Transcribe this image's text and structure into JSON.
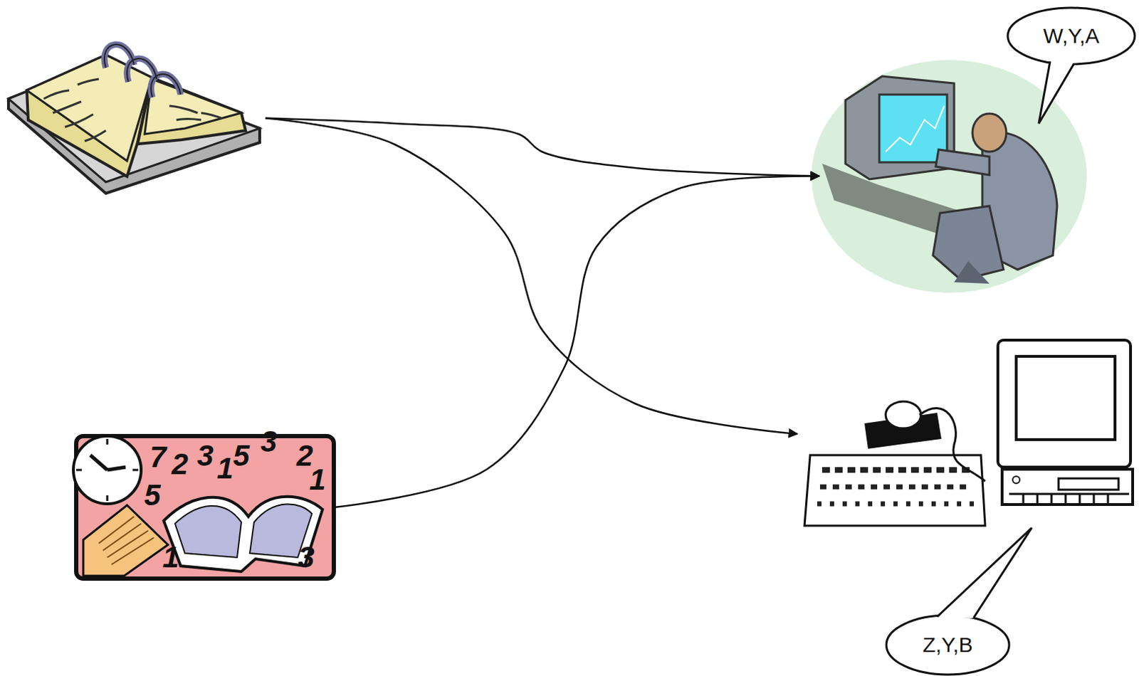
{
  "diagram": {
    "nodes": [
      {
        "text": []
      },
      {
        "text": [
          "W,Y,A"
        ]
      },
      {
        "text": [
          "7",
          "2",
          "3",
          "1",
          "5",
          "3",
          "2",
          "1",
          "5",
          "1",
          "3"
        ]
      },
      {
        "text": [
          "Z,Y,B"
        ]
      }
    ],
    "edges": [
      {
        "from": 0,
        "to": 1,
        "arrow": "to"
      },
      {
        "from": 0,
        "to": 3,
        "arrow": "to"
      },
      {
        "from": 2,
        "to": 1,
        "arrow": "to"
      }
    ]
  }
}
